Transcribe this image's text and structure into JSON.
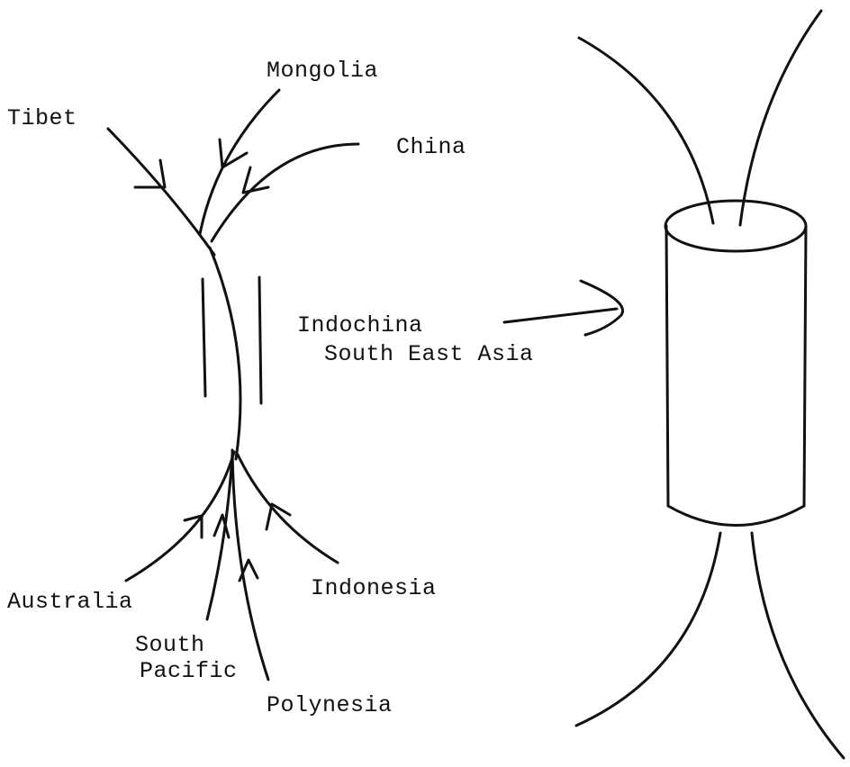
{
  "labels": {
    "tibet": "Tibet",
    "mongolia": "Mongolia",
    "china": "China",
    "indochina": "Indochina",
    "south_east_asia": "South East Asia",
    "australia": "Australia",
    "south_pacific_line1": "South",
    "south_pacific_line2": "Pacific",
    "indonesia": "Indonesia",
    "polynesia": "Polynesia"
  }
}
